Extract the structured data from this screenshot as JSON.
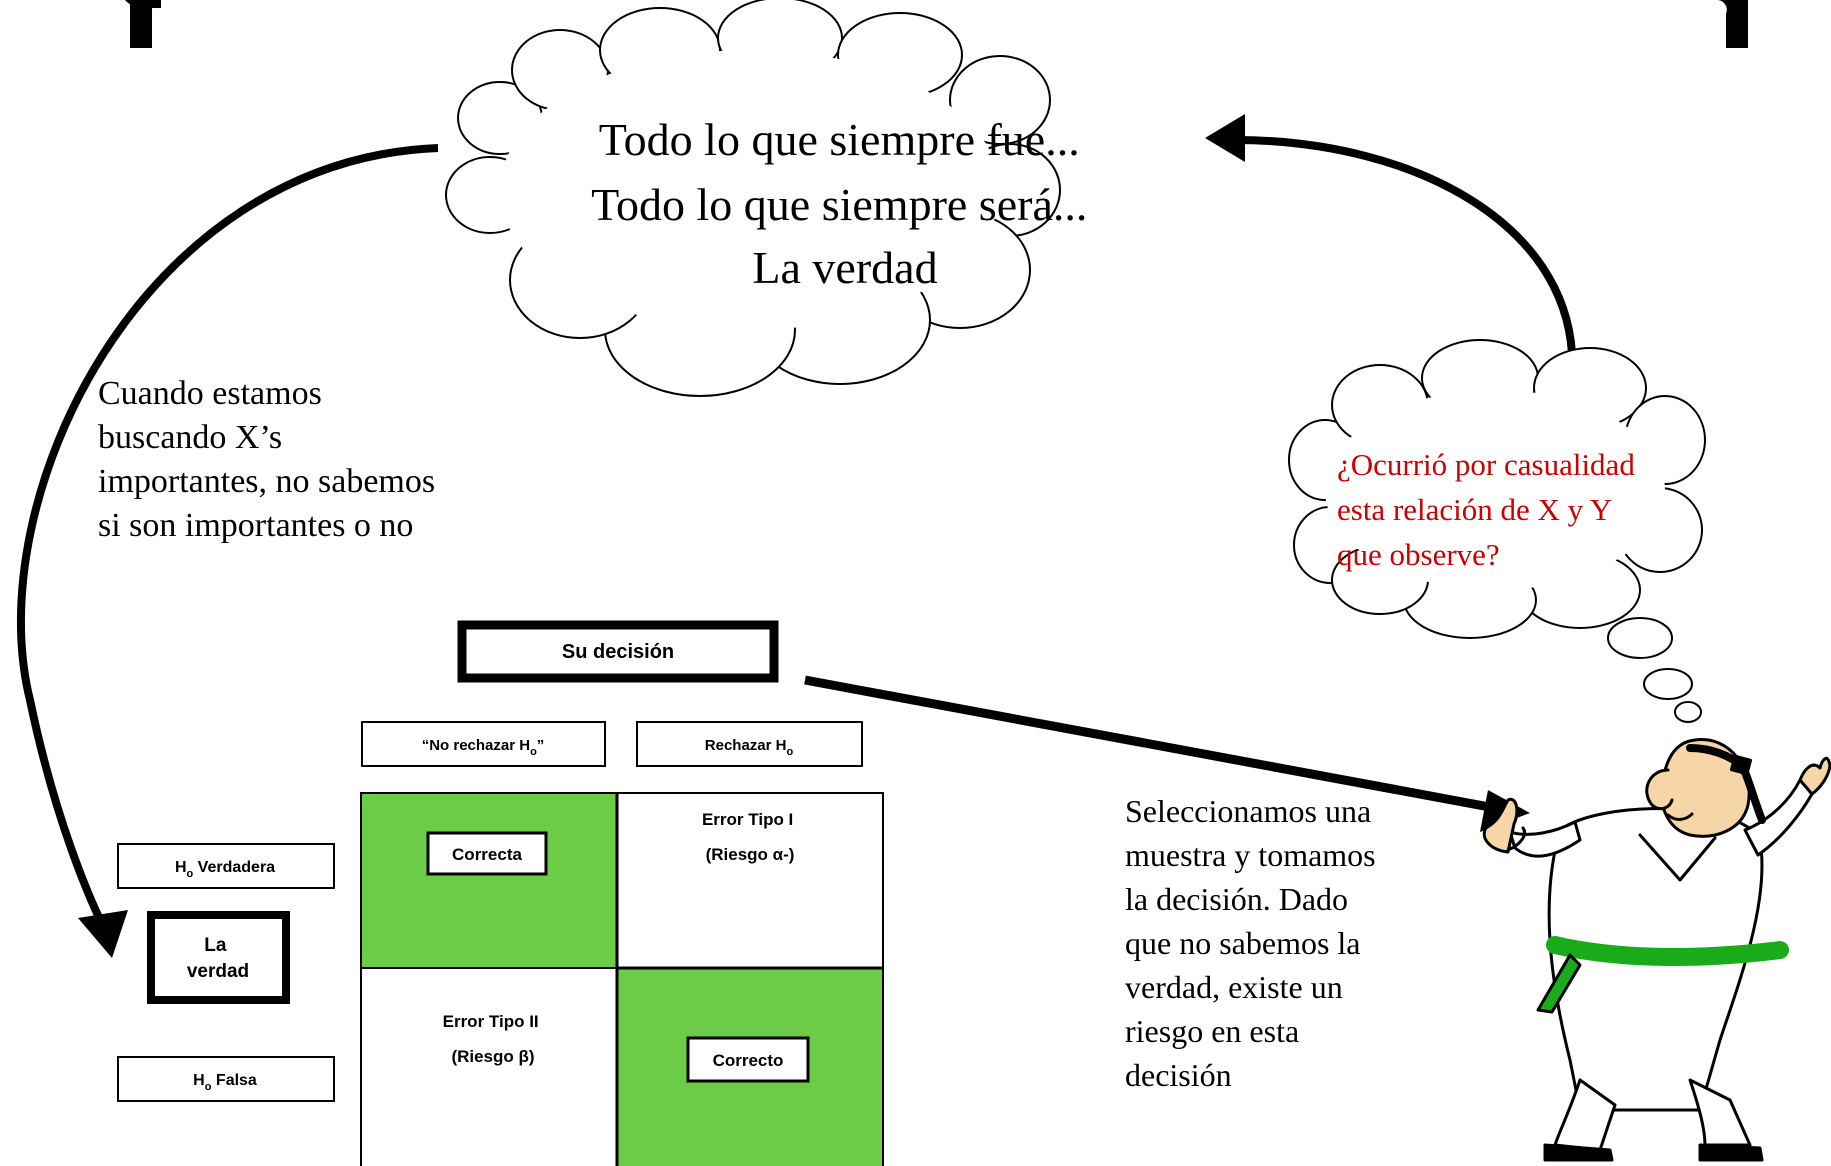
{
  "cloud": {
    "lines": [
      "Todo lo que siempre fue...",
      "Todo lo que siempre será...",
      "La verdad"
    ]
  },
  "left_note": {
    "lines": [
      "Cuando estamos",
      "buscando X’s",
      "importantes, no sabemos",
      "si son importantes o no"
    ]
  },
  "question": {
    "lines": [
      "¿Ocurrió por casualidad",
      "esta relación de X y Y",
      "que observe?"
    ],
    "color": "#cc0000"
  },
  "right_note": {
    "lines": [
      "Seleccionamos una",
      "muestra y tomamos",
      "la decisión. Dado",
      "que no sabemos la",
      "verdad, existe un",
      "riesgo en esta",
      "decisión"
    ]
  },
  "decision": {
    "title": "Su  decisión",
    "col1": {
      "prefix": "“No rechazar H",
      "sub": "o",
      "suffix": "”"
    },
    "col2": {
      "prefix": "Rechazar H",
      "sub": "o"
    }
  },
  "truth": {
    "title_line1": "La",
    "title_line2": "verdad",
    "row1": {
      "prefix": "H",
      "sub": "o",
      "suffix": " Verdadera"
    },
    "row2": {
      "prefix": "H",
      "sub": "o",
      "suffix": " Falsa"
    }
  },
  "matrix": {
    "correct1": "Correcta",
    "error1_line1": "Error Tipo I",
    "error1_line2": "(Riesgo α-)",
    "error2_line1": "Error Tipo II",
    "error2_line2": "(Riesgo β)",
    "correct2": "Correcto",
    "green": "#6ccc47"
  },
  "belt_color": "#1aab1a"
}
